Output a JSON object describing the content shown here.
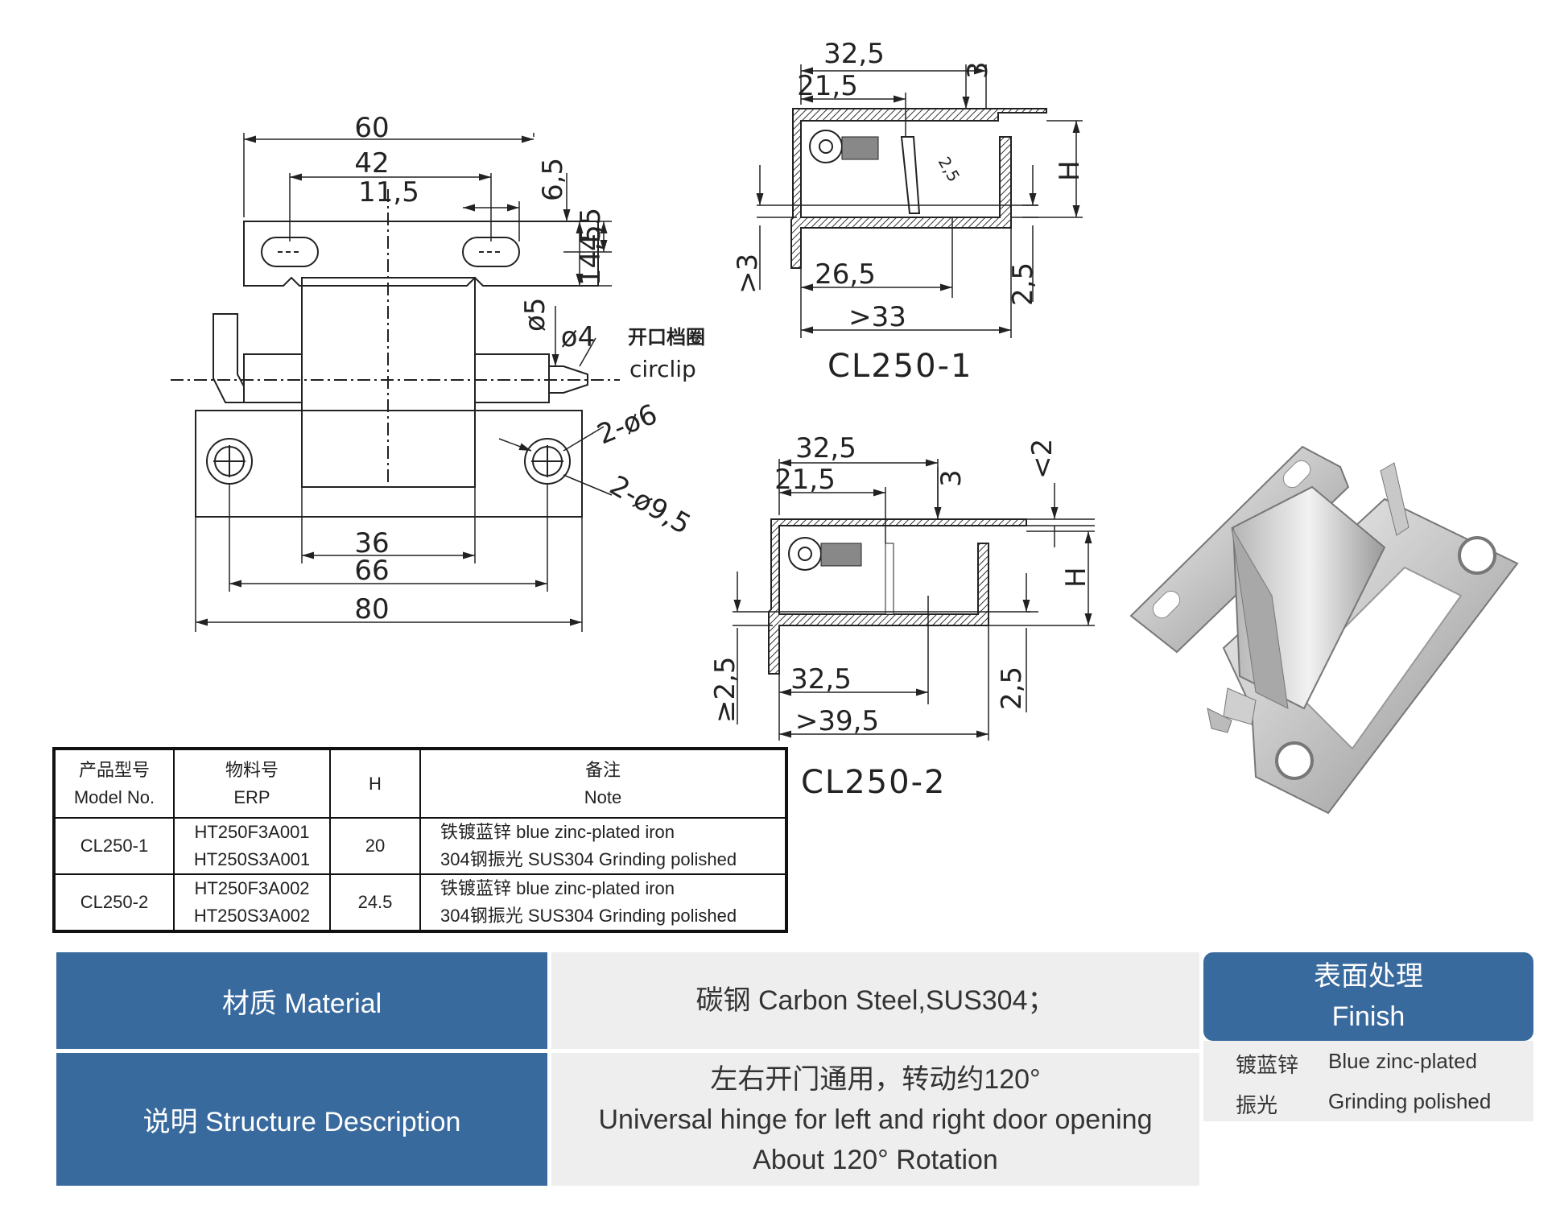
{
  "front_view": {
    "dims": {
      "d60": "60",
      "d42": "42",
      "d11_5": "11,5",
      "d6_5": "6,5",
      "d4_5": "4,5",
      "d14_5": "14,5",
      "d5": "ø5",
      "d36": "36",
      "d66": "66",
      "d80": "80",
      "d2x6": "2-ø6",
      "d2x9_5": "2-ø9,5"
    },
    "circlip_dia": "ø4",
    "circlip_cn": "开口档圈",
    "circlip_en": "circlip"
  },
  "section1": {
    "label": "CL250-1",
    "dims": {
      "d32_5": "32,5",
      "d21_5": "21,5",
      "d3": "3",
      "d2_5": "2,5",
      "d2_5b": "2,5",
      "dH": "H",
      "d26_5": "26,5",
      "d33": ">33",
      "dgt3": ">3"
    }
  },
  "section2": {
    "label": "CL250-2",
    "dims": {
      "d32_5": "32,5",
      "d21_5": "21,5",
      "d3": "3",
      "dlt2": "<2",
      "dH": "H",
      "d32_5b": "32,5",
      "d39_5": ">39,5",
      "d2_5": "≥2,5",
      "d2_5b": "2,5"
    }
  },
  "spec_table": {
    "headers": [
      {
        "cn": "产品型号",
        "en": "Model No."
      },
      {
        "cn": "物料号",
        "en": "ERP"
      },
      {
        "cn": "H",
        "en": ""
      },
      {
        "cn": "备注",
        "en": "Note"
      }
    ],
    "rows": [
      {
        "model": "CL250-1",
        "erp1": "HT250F3A001",
        "erp2": "HT250S3A001",
        "h": "20",
        "note1": "铁镀蓝锌 blue zinc-plated iron",
        "note2": "304钢振光 SUS304 Grinding polished"
      },
      {
        "model": "CL250-2",
        "erp1": "HT250F3A002",
        "erp2": "HT250S3A002",
        "h": "24.5",
        "note1": "铁镀蓝锌 blue zinc-plated iron",
        "note2": "304钢振光 SUS304 Grinding polished"
      }
    ]
  },
  "info": {
    "material_label": "材质 Material",
    "material_value": "碳钢   Carbon Steel,SUS304；",
    "structure_label": "说明 Structure Description",
    "structure_lines": [
      "左右开门通用，转动约120°",
      "Universal hinge for left and right door opening",
      "About 120° Rotation"
    ]
  },
  "finish": {
    "title_cn": "表面处理",
    "title_en": "Finish",
    "items": [
      {
        "cn": "镀蓝锌",
        "en": "Blue zinc-plated"
      },
      {
        "cn": "振光",
        "en": "Grinding polished"
      }
    ]
  },
  "colors": {
    "header_blue": "#396a9e",
    "panel_grey": "#eeeeee"
  }
}
